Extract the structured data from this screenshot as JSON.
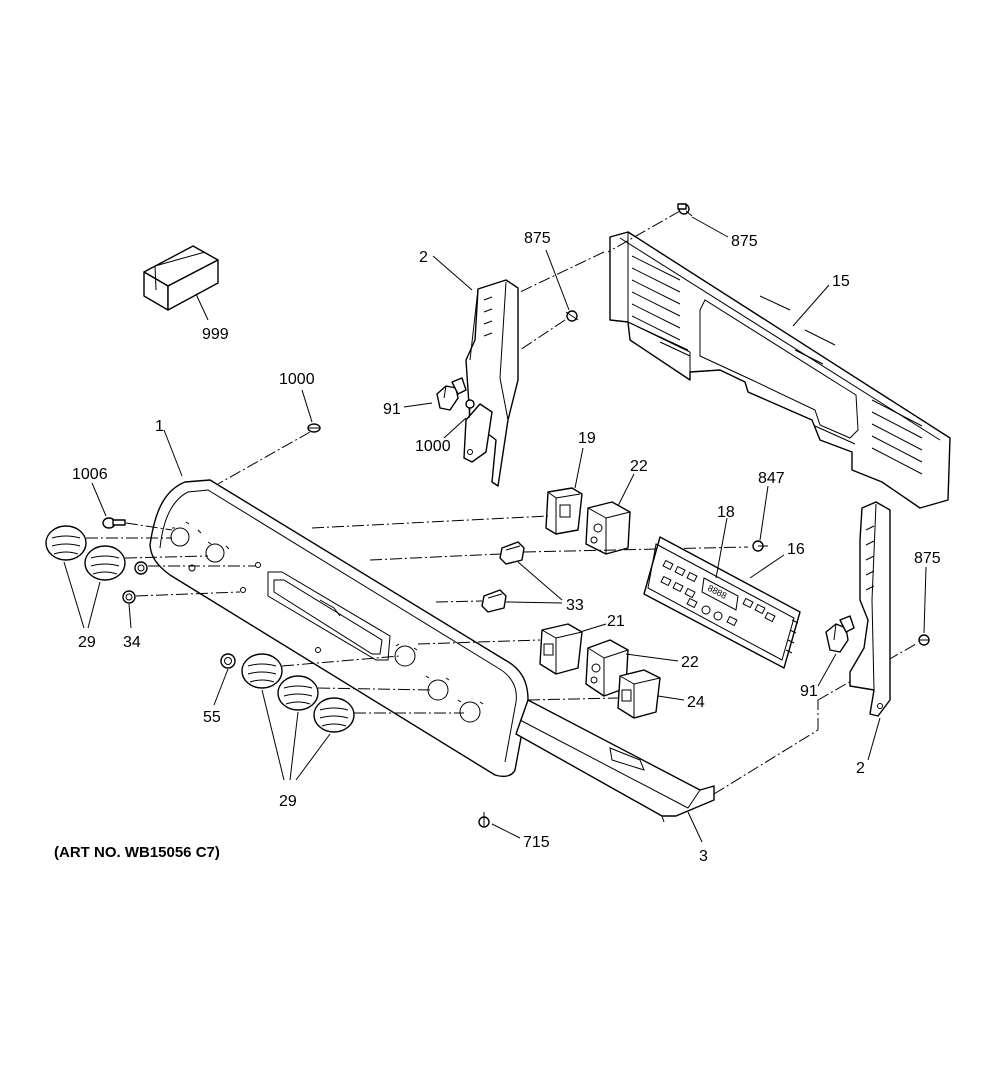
{
  "art_number": "(ART NO. WB15056 C7)",
  "callouts": {
    "c999": "999",
    "c2_top": "2",
    "c875_a": "875",
    "c875_b": "875",
    "c15": "15",
    "c1000_a": "1000",
    "c91_a": "91",
    "c1000_b": "1000",
    "c1": "1",
    "c19": "19",
    "c22_a": "22",
    "c847": "847",
    "c1006": "1006",
    "c18": "18",
    "c16": "16",
    "c875_c": "875",
    "c33": "33",
    "c29_a": "29",
    "c34": "34",
    "c21": "21",
    "c22_b": "22",
    "c91_b": "91",
    "c55": "55",
    "c24": "24",
    "c2_bottom": "2",
    "c29_b": "29",
    "c715": "715",
    "c3": "3"
  },
  "display": {
    "digits": "8888"
  }
}
